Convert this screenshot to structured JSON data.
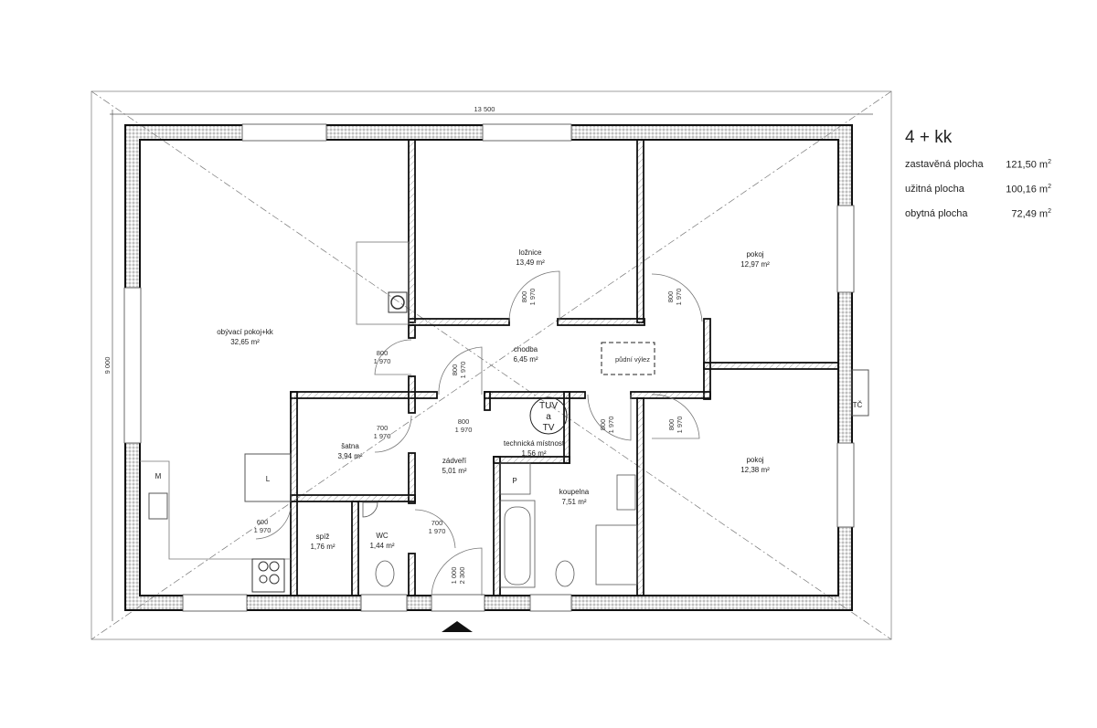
{
  "summary": {
    "title": "4 + kk",
    "rows": [
      {
        "label": "zastavěná plocha",
        "value": "121,50",
        "unit": "m",
        "exp": "2"
      },
      {
        "label": "užitná plocha",
        "value": "100,16",
        "unit": "m",
        "exp": "2"
      },
      {
        "label": "obytná plocha",
        "value": "72,49",
        "unit": "m",
        "exp": "2"
      }
    ]
  },
  "dimensions": {
    "width": "13 500",
    "depth": "9 000"
  },
  "rooms": [
    {
      "name": "obývací pokoj+kk",
      "area": "32,65 m²"
    },
    {
      "name": "ložnice",
      "area": "13,49 m²"
    },
    {
      "name": "pokoj",
      "area": "12,97 m²"
    },
    {
      "name": "chodba",
      "area": "6,45 m²"
    },
    {
      "name": "pokoj",
      "area": "12,38 m²"
    },
    {
      "name": "šatna",
      "area": "3,94 m²"
    },
    {
      "name": "zádveří",
      "area": "5,01 m²"
    },
    {
      "name": "technická místnost",
      "area": "1,56 m²"
    },
    {
      "name": "koupelna",
      "area": "7,51 m²"
    },
    {
      "name": "spíž",
      "area": "1,76 m²"
    },
    {
      "name": "WC",
      "area": "1,44 m²"
    }
  ],
  "doors": [
    {
      "w": "800",
      "h": "1 970"
    },
    {
      "w": "800",
      "h": "1 970"
    },
    {
      "w": "800",
      "h": "1 970"
    },
    {
      "w": "800",
      "h": "1 970"
    },
    {
      "w": "800",
      "h": "1 970"
    },
    {
      "w": "800",
      "h": "1 970"
    },
    {
      "w": "800",
      "h": "1 970"
    },
    {
      "w": "700",
      "h": "1 970"
    },
    {
      "w": "600",
      "h": "1 970"
    },
    {
      "w": "700",
      "h": "1 970"
    },
    {
      "w": "1 000",
      "h": "2 300"
    }
  ],
  "fixtures": {
    "boiler_line1": "TUV",
    "boiler_line2": "a",
    "boiler_line3": "TV",
    "attic_hatch": "půdní výlez",
    "heat_pump": "TČ",
    "fridge": "L",
    "washer": "M",
    "dryer": "P"
  }
}
